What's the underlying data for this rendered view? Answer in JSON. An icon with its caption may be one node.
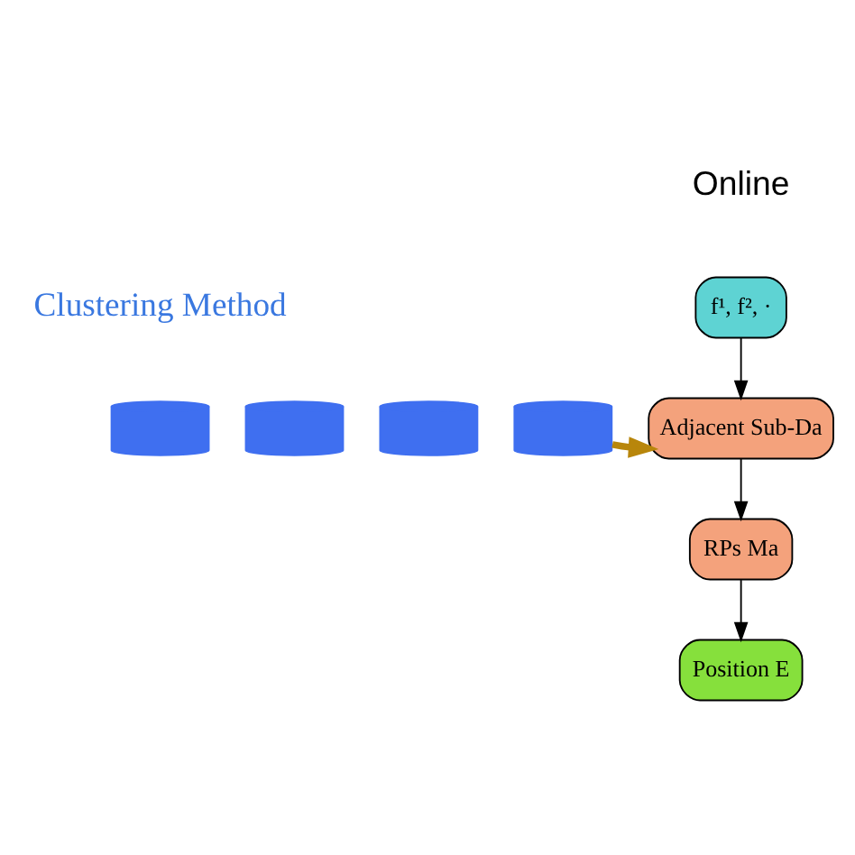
{
  "diagram": {
    "nodes": [
      {
        "text": [
          "f¹, f², ·"
        ]
      },
      {
        "text": [],
        "shape": "cylinder"
      },
      {
        "text": [],
        "shape": "cylinder"
      },
      {
        "text": [],
        "shape": "cylinder"
      },
      {
        "text": [],
        "shape": "cylinder"
      },
      {
        "text": [
          "Adjacent Sub-Da"
        ]
      },
      {
        "text": [
          "RPs Ma"
        ]
      },
      {
        "text": [
          "Position E"
        ]
      }
    ],
    "edges": [
      {
        "from": 0,
        "to": 5,
        "arrow": "to"
      },
      {
        "from": 4,
        "to": 5,
        "arrow": "to",
        "style": "thick",
        "color": "#b8860b"
      },
      {
        "from": 5,
        "to": 6,
        "arrow": "to"
      },
      {
        "from": 6,
        "to": 7,
        "arrow": "to"
      }
    ],
    "labels": [
      "Online",
      "Clustering Method"
    ]
  }
}
